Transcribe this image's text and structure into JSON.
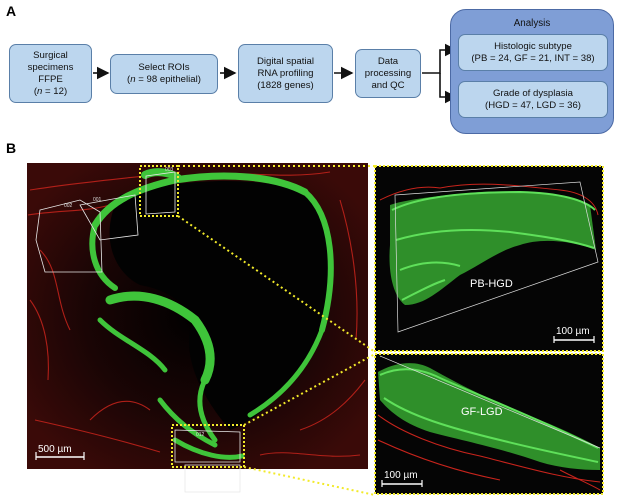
{
  "panels": {
    "a": "A",
    "b": "B"
  },
  "flow": {
    "step1": {
      "line1": "Surgical",
      "line2": "specimens",
      "line3": "FFPE",
      "line4_pre": "(",
      "line4_n": "n",
      "line4_post": " = 12)"
    },
    "step2": {
      "line1": "Select ROIs",
      "line2_pre": "(",
      "line2_n": "n",
      "line2_post": " = 98 epithelial)"
    },
    "step3": {
      "line1": "Digital spatial",
      "line2": "RNA profiling",
      "line3": "(1828 genes)"
    },
    "step4": {
      "line1": "Data",
      "line2": "processing",
      "line3": "and QC"
    }
  },
  "analysis": {
    "title": "Analysis",
    "subtype": {
      "line1": "Histologic subtype",
      "line2": "(PB = 24, GF = 21, INT = 38)"
    },
    "dysplasia": {
      "line1": "Grade of dysplasia",
      "line2": "(HGD = 47, LGD = 36)"
    }
  },
  "micrograph": {
    "roi_labels": {
      "r002": "002",
      "r001": "001",
      "r003": "003",
      "r012": "012"
    },
    "scale_main": "500 µm",
    "inset_top": {
      "label": "PB-HGD",
      "scale": "100 µm"
    },
    "inset_bottom": {
      "label": "GF-LGD",
      "scale": "100 µm"
    }
  },
  "colors": {
    "box_fill": "#bcd6ee",
    "analysis_fill": "#7f9ed6",
    "zoom_line": "#f2ea2a",
    "tissue": "#3fc43a",
    "stroma": "#d8281f"
  }
}
